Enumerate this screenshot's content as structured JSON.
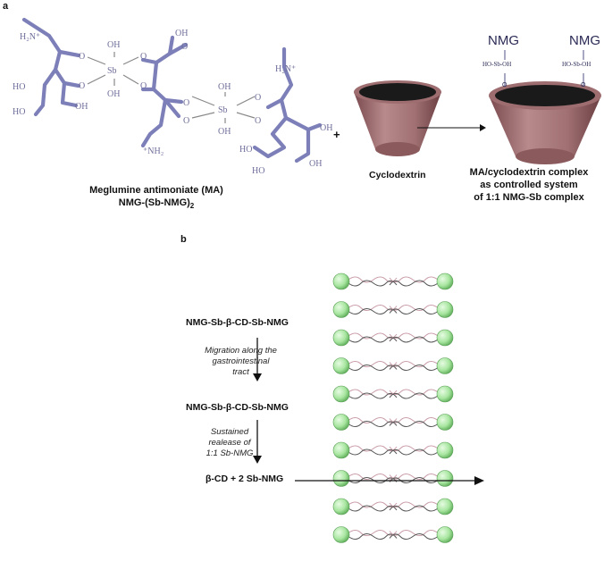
{
  "panel_a": {
    "label": "a",
    "ma_caption_line1": "Meglumine antimoniate (MA)",
    "ma_caption_line2": "NMG-(Sb-NMG)",
    "ma_caption_sub": "2",
    "plus": "+",
    "cyclodextrin_label": "Cyclodextrin",
    "complex_line1": "MA/cyclodextrin complex",
    "complex_line2": "as controlled system",
    "complex_line3": "of 1:1 NMG-Sb complex",
    "nmg": "NMG",
    "ho_sb_oh": "HO-Sb-OH",
    "o": "O",
    "chem": {
      "h2n_plus": "H₂N⁺",
      "nh2_plus": "⁺NH₂",
      "sb": "Sb",
      "oh": "OH",
      "ho": "HO"
    }
  },
  "panel_b": {
    "label": "b",
    "step1": "NMG-Sb-β-CD-Sb-NMG",
    "note1_line1": "Migration along the",
    "note1_line2": "gastrointestinal",
    "note1_line3": "tract",
    "step2": "NMG-Sb-β-CD-Sb-NMG",
    "note2_line1": "Sustained",
    "note2_line2": "realease of",
    "note2_line3": "1:1 Sb-NMG",
    "step3": "β-CD + 2 Sb-NMG"
  },
  "colors": {
    "bond": "#7c7fb8",
    "cone": "#9a6a6c",
    "bead": "#a8e6a0",
    "tail": "#c99ca8"
  }
}
